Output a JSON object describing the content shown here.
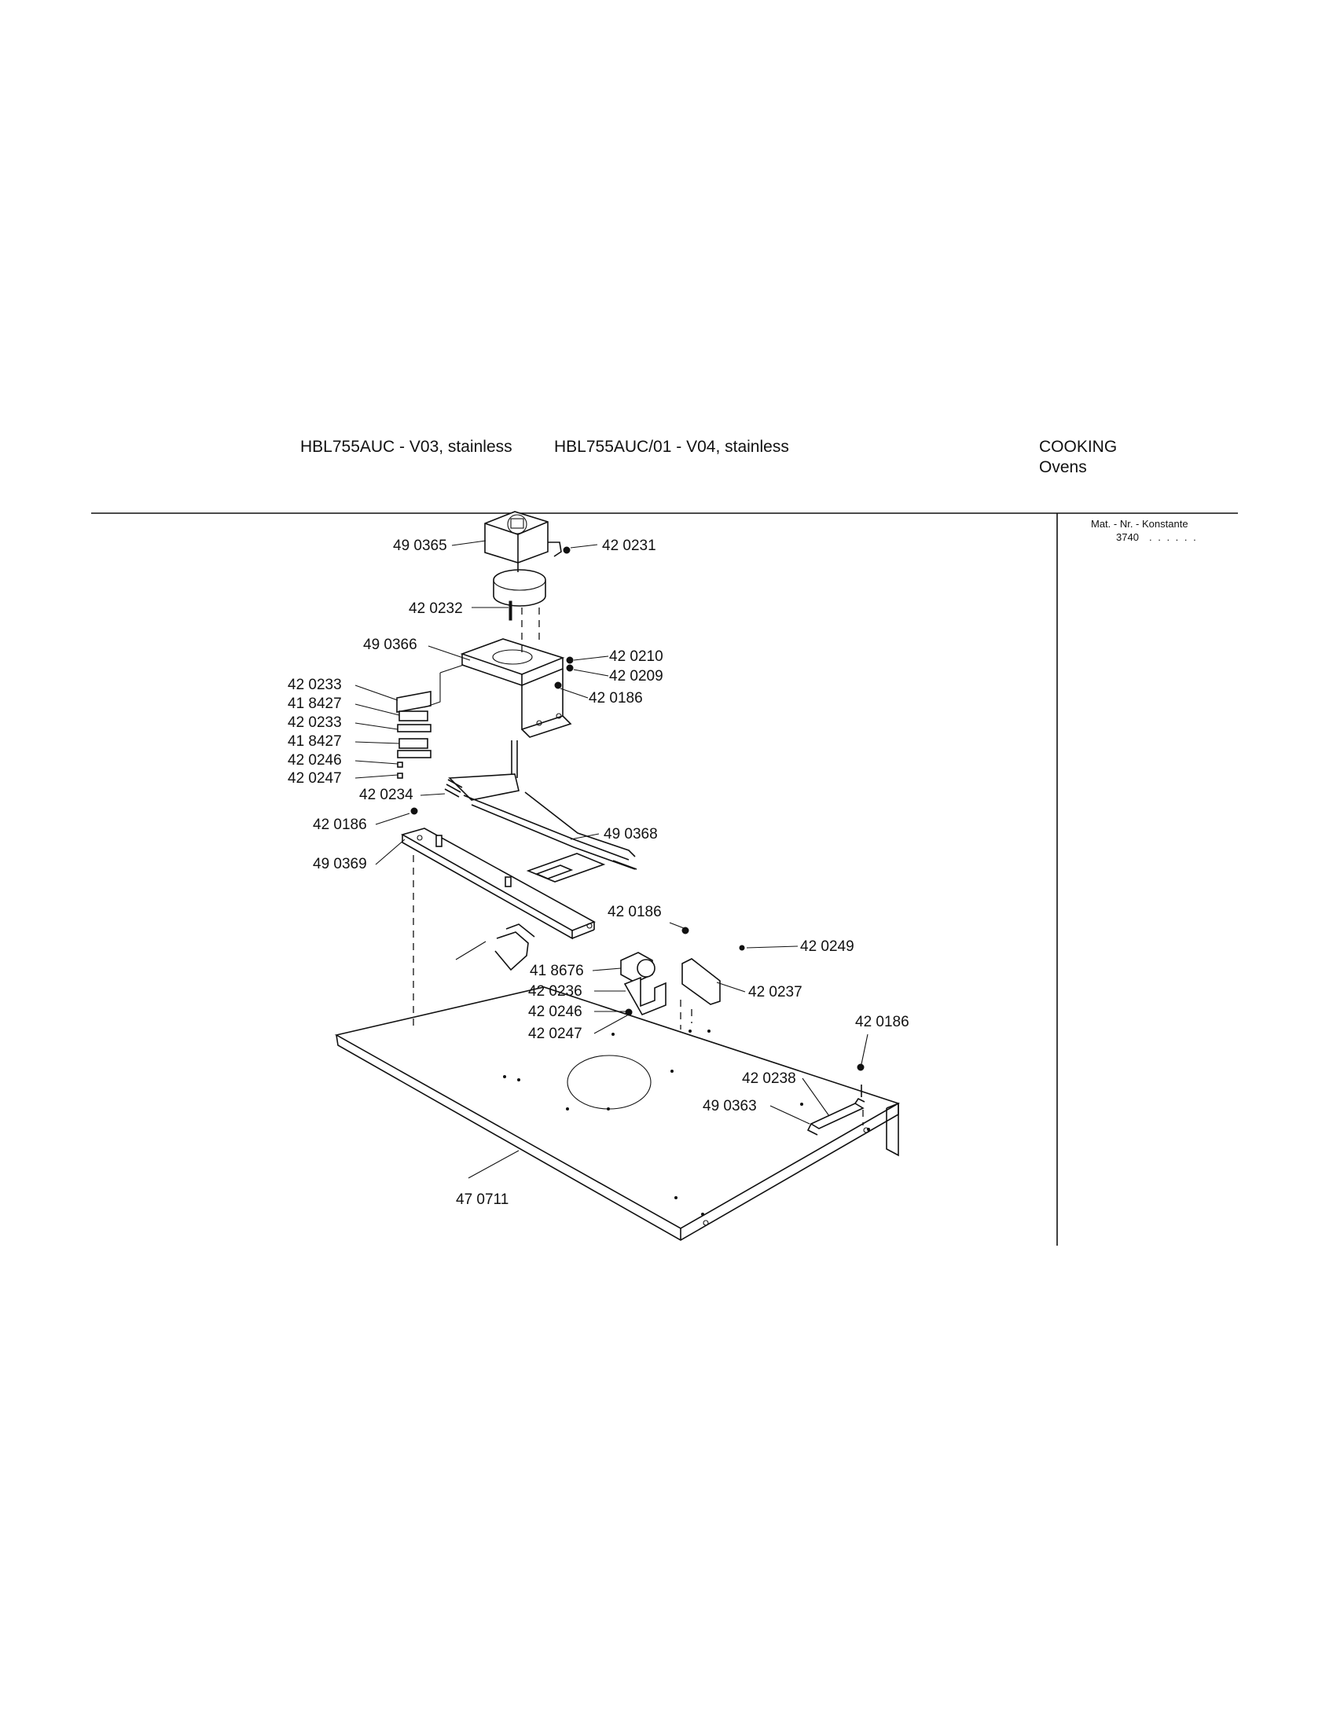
{
  "header": {
    "model_a": "HBL755AUC - V03, stainless",
    "model_b": "HBL755AUC/01 - V04, stainless",
    "category": "COOKING",
    "subcategory": "Ovens"
  },
  "sidebar": {
    "konstante_label": "Mat. - Nr. - Konstante",
    "konstante_value": "3740",
    "konstante_dots": ". . . . . ."
  },
  "parts": [
    {
      "id": "p1",
      "label": "49 0365"
    },
    {
      "id": "p2",
      "label": "42 0231"
    },
    {
      "id": "p3",
      "label": "42 0232"
    },
    {
      "id": "p4",
      "label": "49 0366"
    },
    {
      "id": "p5",
      "label": "42 0210"
    },
    {
      "id": "p6",
      "label": "42 0209"
    },
    {
      "id": "p7",
      "label": "42 0186"
    },
    {
      "id": "p8",
      "label": "42 0233"
    },
    {
      "id": "p9",
      "label": "41 8427"
    },
    {
      "id": "p10",
      "label": "42 0233"
    },
    {
      "id": "p11",
      "label": "41 8427"
    },
    {
      "id": "p12",
      "label": "42 0246"
    },
    {
      "id": "p13",
      "label": "42 0247"
    },
    {
      "id": "p14",
      "label": "42 0234"
    },
    {
      "id": "p15",
      "label": "42 0186"
    },
    {
      "id": "p16",
      "label": "49 0368"
    },
    {
      "id": "p17",
      "label": "49 0369"
    },
    {
      "id": "p18",
      "label": "42 0186"
    },
    {
      "id": "p19",
      "label": "42 0249"
    },
    {
      "id": "p20",
      "label": "41 8676"
    },
    {
      "id": "p21",
      "label": "42 0237"
    },
    {
      "id": "p22",
      "label": "42 0236"
    },
    {
      "id": "p23",
      "label": "42 0246"
    },
    {
      "id": "p24",
      "label": "42 0247"
    },
    {
      "id": "p25",
      "label": "42 0186"
    },
    {
      "id": "p26",
      "label": "42 0238"
    },
    {
      "id": "p27",
      "label": "49 0363"
    },
    {
      "id": "p28",
      "label": "47 0711"
    }
  ]
}
